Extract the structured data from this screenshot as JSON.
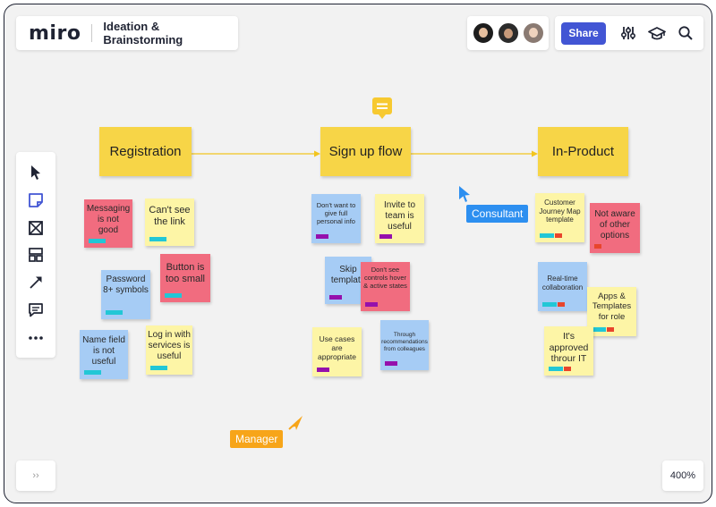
{
  "app": {
    "logo": "miro",
    "board_title": "Ideation & Brainstorming"
  },
  "header": {
    "avatars": [
      {
        "name": "collaborator-avatar-1",
        "bg": "#1d1d1d",
        "hair": "#1d1d1d"
      },
      {
        "name": "collaborator-avatar-2",
        "bg": "#2b2b2b",
        "hair": "#2b2b2b"
      },
      {
        "name": "collaborator-avatar-3",
        "bg": "#8a7a72",
        "hair": "#8a7a72"
      }
    ],
    "share_label": "Share",
    "icons": [
      "settings-sliders-icon",
      "learning-hat-icon",
      "search-icon"
    ]
  },
  "toolbar": {
    "tools": [
      "select-cursor-icon",
      "sticky-note-icon",
      "frame-icon",
      "template-icon",
      "arrow-line-icon",
      "comment-icon",
      "more-icon"
    ]
  },
  "footer": {
    "expand_label": "››",
    "zoom_label": "400%"
  },
  "flow": {
    "steps": [
      "Registration",
      "Sign up flow",
      "In-Product"
    ]
  },
  "comment": {
    "icon": "comment-bubble-icon"
  },
  "notes": {
    "registration": [
      {
        "text": "Messaging is not good",
        "color": "pink"
      },
      {
        "text": "Can't see the link",
        "color": "yellow"
      },
      {
        "text": "Password 8+ symbols",
        "color": "blue"
      },
      {
        "text": "Button is too small",
        "color": "pink"
      },
      {
        "text": "Name field is not useful",
        "color": "blue"
      },
      {
        "text": "Log in with services is useful",
        "color": "yellow"
      }
    ],
    "signup": [
      {
        "text": "Don't want to give full personal info",
        "color": "blue"
      },
      {
        "text": "Invite to team is useful",
        "color": "yellow"
      },
      {
        "text": "Skip template",
        "color": "blue"
      },
      {
        "text": "Don't see controls hover & active states",
        "color": "pink"
      },
      {
        "text": "Use cases are appropriate",
        "color": "yellow"
      },
      {
        "text": "Through recommendations from colleagues",
        "color": "blue"
      }
    ],
    "inproduct": [
      {
        "text": "Customer Journey Map template",
        "color": "yellow"
      },
      {
        "text": "Not aware of other options",
        "color": "pink"
      },
      {
        "text": "Real-time collaboration",
        "color": "blue"
      },
      {
        "text": "Apps & Templates for role",
        "color": "yellow"
      },
      {
        "text": "It's approved throur IT",
        "color": "yellow"
      }
    ]
  },
  "cursors": [
    {
      "label": "Consultant",
      "color": "#2d8ff0"
    },
    {
      "label": "Manager",
      "color": "#f7a519"
    }
  ]
}
